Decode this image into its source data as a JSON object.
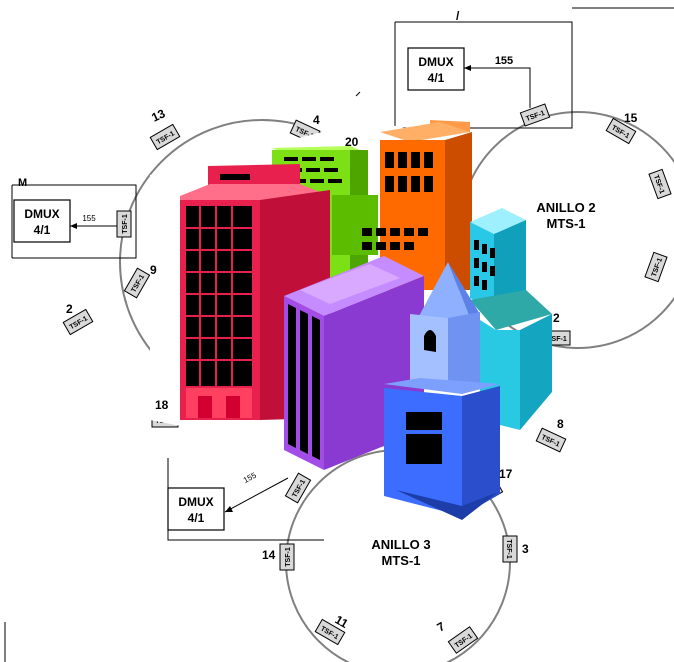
{
  "rings": {
    "ring2": {
      "line1": "ANILLO 2",
      "line2": "MTS-1"
    },
    "ring3": {
      "line1": "ANILLO 3",
      "line2": "MTS-1"
    }
  },
  "dmux_boxes": [
    {
      "id": "top",
      "line1": "DMUX",
      "line2": "4/1",
      "link_label": "155"
    },
    {
      "id": "left",
      "line1": "DMUX",
      "line2": "4/1",
      "link_label": "155"
    },
    {
      "id": "bottom",
      "line1": "DMUX",
      "line2": "4/1",
      "link_label": "155"
    }
  ],
  "tsf_label": "TSF-1",
  "node_numbers": {
    "n13": "13",
    "n4": "4",
    "n20": "20",
    "n15": "15",
    "n9": "9",
    "n2a": "2",
    "n2b": "2",
    "n18": "18",
    "n8": "8",
    "n17": "17",
    "n3": "3",
    "n14": "14",
    "n11": "11",
    "n7": "7"
  },
  "edge_marks": {
    "left_m": "M",
    "top_slash": "/"
  },
  "colors": {
    "ring_line": "#808080",
    "tsf_fill": "#d9d9d9",
    "building_red": "#e8204e",
    "building_green": "#7de014",
    "building_orange": "#ff6a00",
    "building_cyan": "#28c8e6",
    "building_purple": "#a34de8",
    "building_blue": "#3d6dff"
  }
}
